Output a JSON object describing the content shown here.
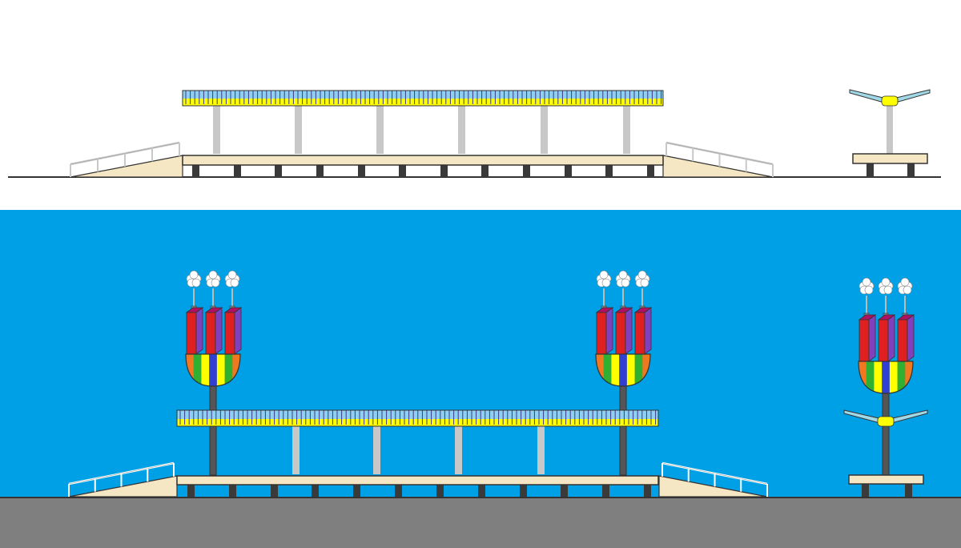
{
  "colors": {
    "page_background": "#ffffff",
    "sky": "#00a0e6",
    "ground": "#7f7f7f",
    "outline": "#333333",
    "platform_deck": "#f5e6c4",
    "pier": "#3a3a3a",
    "canopy_yellow": "#ffff00",
    "canopy_blue": "#8fd0f0",
    "column_light": "#c8c8c8",
    "column_dark": "#555555",
    "railing": "#ffffff",
    "railing_on_white": "#c8c8c8",
    "lamp_orange": "#f07820",
    "lamp_yellow": "#ffff00",
    "lamp_green": "#30b030",
    "lamp_blue": "#3040d0",
    "lamp_red": "#e02020",
    "lamp_purple": "#8040c0",
    "lamp_magenta": "#b01060",
    "bulb_white": "#ffffff",
    "wing_teal": "#a0d8e8"
  },
  "elements": {
    "top_panel": {
      "description_icon": "side-elevation-island-platform",
      "main_platform": {
        "canopy": true,
        "columns": 6,
        "piers": 12,
        "ramps": 2
      },
      "side_platform": {
        "canopy": "v-wing",
        "piers": 2
      }
    },
    "bottom_panel": {
      "description_icon": "side-elevation-platform-with-light-towers",
      "main_platform": {
        "canopy": true,
        "columns": 4,
        "piers": 12,
        "ramps": 2,
        "light_towers": 2
      },
      "side_platform": {
        "canopy": "v-wing",
        "piers": 2,
        "light_towers": 1
      }
    }
  }
}
